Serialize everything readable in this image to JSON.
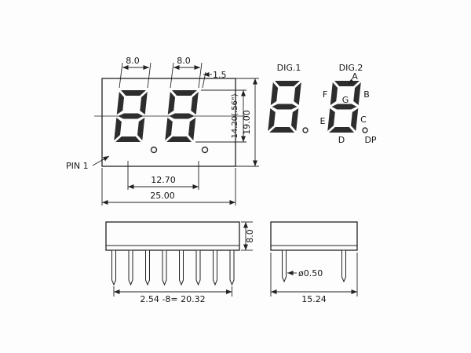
{
  "front_view": {
    "dim_digit1_width": "8.0",
    "dim_digit2_width": "8.0",
    "dim_gap": "1.5",
    "dim_digit_height": "14.20(.56\")",
    "dim_overall_height": "19.00",
    "dim_dp_span": "12.70",
    "dim_overall_width": "25.00",
    "pin1_label": "PIN 1"
  },
  "segment_diagram": {
    "dig1_label": "DIG.1",
    "dig2_label": "DIG.2",
    "seg_a": "A",
    "seg_b": "B",
    "seg_c": "C",
    "seg_d": "D",
    "seg_e": "E",
    "seg_f": "F",
    "seg_g": "G",
    "dp_label": "DP"
  },
  "side_view": {
    "dim_body_height": "8.0",
    "dim_pin_pitch": "2.54 -8= 20.32"
  },
  "end_view": {
    "dim_pin_diameter": "ø0.50",
    "dim_body_depth": "15.24"
  }
}
